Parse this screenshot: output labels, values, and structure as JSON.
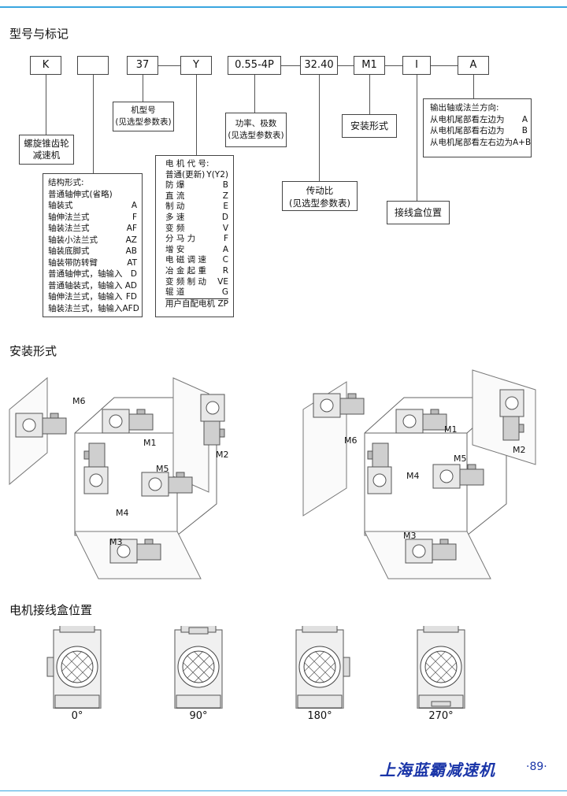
{
  "sections": {
    "model_title": "型号与标记",
    "mount_title": "安装形式",
    "box_title": "电机接线盒位置"
  },
  "codes": [
    "K",
    "",
    "37",
    "Y",
    "0.55-4P",
    "32.40",
    "M1",
    "I",
    "A"
  ],
  "notes": {
    "gear_type": [
      "螺旋锥齿轮",
      "减速机"
    ],
    "model_no": [
      "机型号",
      "(见选型参数表)"
    ],
    "power": [
      "功率、极数",
      "(见选型参数表)"
    ],
    "mounting": "安装形式",
    "ratio": [
      "传动比",
      "(见选型参数表)"
    ],
    "terminal": "接线盒位置",
    "shaft_dir": {
      "title": "输出轴或法兰方向:",
      "rows": [
        {
          "label": "从电机尾部看左边为",
          "code": "A"
        },
        {
          "label": "从电机尾部看右边为",
          "code": "B"
        },
        {
          "label": "从电机尾部看左右边为",
          "code": "A+B"
        }
      ]
    },
    "structure": {
      "title": "结构形式:",
      "rows": [
        {
          "label": "普通轴伸式(省略)",
          "code": ""
        },
        {
          "label": "轴装式",
          "code": "A"
        },
        {
          "label": "轴伸法兰式",
          "code": "F"
        },
        {
          "label": "轴装法兰式",
          "code": "AF"
        },
        {
          "label": "轴装小法兰式",
          "code": "AZ"
        },
        {
          "label": "轴装底脚式",
          "code": "AB"
        },
        {
          "label": "轴装带防转臂",
          "code": "AT"
        },
        {
          "label": "普通轴伸式，轴输入",
          "code": "D"
        },
        {
          "label": "普通轴装式，轴输入",
          "code": "AD"
        },
        {
          "label": "轴伸法兰式，轴输入",
          "code": "FD"
        },
        {
          "label": "轴装法兰式，轴输入",
          "code": "AFD"
        }
      ]
    },
    "motor": {
      "title": "电 机 代 号:",
      "rows": [
        {
          "label": "普通(更新)",
          "code": "Y(Y2)"
        },
        {
          "label": "防       爆",
          "code": "B"
        },
        {
          "label": "直       流",
          "code": "Z"
        },
        {
          "label": "制       动",
          "code": "E"
        },
        {
          "label": "多       速",
          "code": "D"
        },
        {
          "label": "变       频",
          "code": "V"
        },
        {
          "label": "分   马   力",
          "code": "F"
        },
        {
          "label": "增       安",
          "code": "A"
        },
        {
          "label": "电 磁 调 速",
          "code": "C"
        },
        {
          "label": "冶 金 起 重",
          "code": "R"
        },
        {
          "label": "变 频 制 动",
          "code": "VE"
        },
        {
          "label": "辊       道",
          "code": "G"
        },
        {
          "label": "用户自配电机",
          "code": "ZP"
        }
      ]
    }
  },
  "mount_labels": [
    "M1",
    "M2",
    "M3",
    "M4",
    "M5",
    "M6"
  ],
  "angles": [
    "0°",
    "90°",
    "180°",
    "270°"
  ],
  "footer": {
    "brand": "上海蓝霸减速机",
    "page": "89"
  },
  "colors": {
    "accent": "#3aa6df",
    "brand": "#1a35a8"
  }
}
